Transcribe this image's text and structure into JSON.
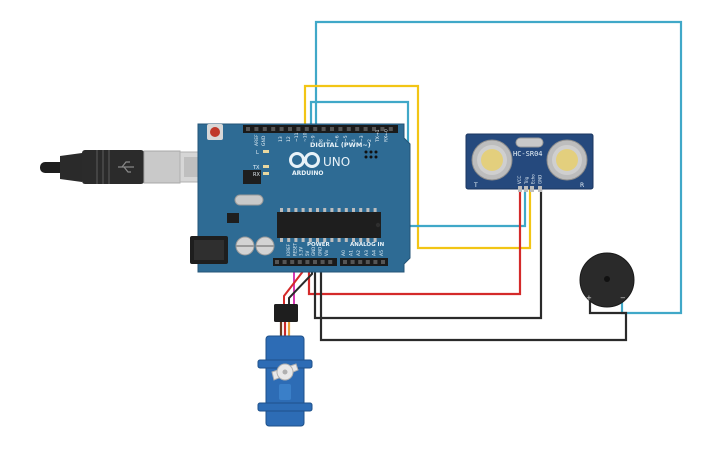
{
  "arduino": {
    "brand": "ARDUINO",
    "model": "UNO",
    "digital_label": "DIGITAL (PWM~)",
    "power_label": "POWER",
    "analog_label": "ANALOG IN",
    "aref_label": "AREF",
    "gnd_label": "GND",
    "led_labels": [
      "L",
      "TX",
      "RX"
    ],
    "digital_pins": [
      "13",
      "12",
      "~11",
      "~10",
      "~9",
      "8",
      "7",
      "~6",
      "~5",
      "4",
      "~3",
      "2",
      "TX→1",
      "RX←0"
    ],
    "power_pins": [
      "IOREF",
      "RESET",
      "3.3V",
      "5V",
      "GND",
      "GND",
      "Vin"
    ],
    "analog_pins": [
      "A0",
      "A1",
      "A2",
      "A3",
      "A4",
      "A5"
    ]
  },
  "ultrasonic": {
    "label": "HC-SR04",
    "corner_left": "T",
    "corner_right": "R",
    "pins": [
      "VCC",
      "Trig",
      "Echo",
      "GND"
    ]
  },
  "buzzer": {
    "plus": "+",
    "minus": "−"
  },
  "wire_colors": {
    "cyan": "#40a8c8",
    "yellow": "#f2c515",
    "red": "#d42a2a",
    "black": "#2a2a2a",
    "magenta": "#d63ab4",
    "servo_signal": "#e8a13a",
    "servo_power": "#c82a2a",
    "servo_ground": "#6b3a1e"
  }
}
